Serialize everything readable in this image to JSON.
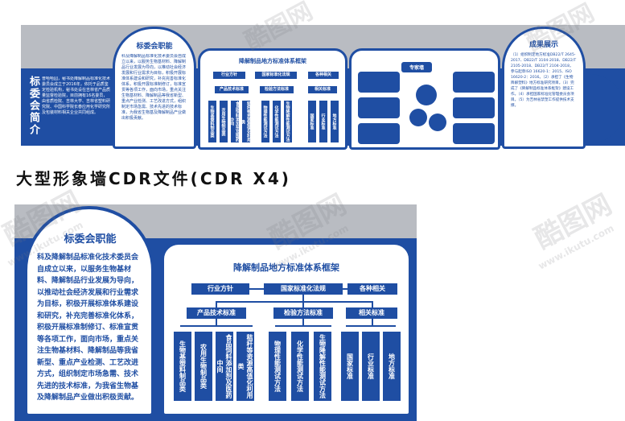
{
  "caption": "大型形象墙CDR文件(CDR X4)",
  "top": {
    "left_vertical": "标委会简介",
    "intro_header": "标委会职能",
    "intro_text": "普哈哈园，秘书处降解制品标准化技术委员会成立于2016年，依托于品质鉴定检验机构，秘书处设在吉林省产品质量监督检验院，目前拥有16名委员，由省质检院、吉林大学、吉林省塑料研究院、中国科学院长春应用化学研究所及包装材料相关企业共同组成。",
    "duty_text": "科及降解制品标准化技术委员会自成立以来，以服务生物基材料、降解制品行业发展为导向，以推动社会经济发展和行业需求为目标，积极开展标准体系建设和研究，补充完善标准化体系，积极开展标准制修订，标准宣贯等各项工作，面向市场，重点关注生物基材料、降解制品等我省新型、重点产业检测、工艺改进方式，组织制定市场急需、技术先进的技术标准，为我省生物基及降解制品产业做出积极贡献。",
    "framework_title": "降解制品地方标准体系框架",
    "experts_title": "专家墙",
    "achievements_title": "成果展示",
    "achievements_text": "（1）组织制定地方标准DB22/T 2645-2017、DB22/T 3104-2018、DB22/T 2105-2018、DB22/T 2104-2018，参与起草ISO 16620-1：2015、ISO 16620-2：2016。（2）承担了《生物降解塑料》地方标准研究项目。（3）完成了《降解制品标准体系框架》建设工作。（4）承担国家标准化管理委员会项目。（5）为吉林省禁塑工作提供技术支撑。"
  },
  "bottom": {
    "duty_header": "标委会职能",
    "duty_text": "科及降解制品标准化技术委员会自成立以来，以服务生物基材料、降解制品行业发展为导向，以推动社会经济发展和行业需求为目标，积极开展标准体系建设和研究，补充完善标准化体系，积极开展标准制修订、标准宣贯等各项工作，面向市场，重点关注生物基材料、降解制品等我省新型、重点产业检测、工艺改进方式，组织制定市场急需、技术先进的技术标准，为我省生物基及降解制品产业做出积极贡献。",
    "framework_title": "降解制品地方标准体系框架",
    "row1": [
      "行业方针",
      "国家标准化法规",
      "各种相关"
    ],
    "row2": [
      "产品技术标准",
      "检验方法标准",
      "相关标准"
    ],
    "leaves_a": [
      "生物基塑料制品类",
      "农用生物制品类",
      "食品饲料添加剂及医药中间",
      "秸秆等资源高值化利用类"
    ],
    "leaves_b": [
      "物理性能测试方法",
      "化学性能测试方法",
      "生物降解性能测试方法"
    ],
    "leaves_c": [
      "国家标准",
      "行业标准",
      "地方标准"
    ]
  },
  "watermark": {
    "logo": "酷图网",
    "url": "www.ikutu.com"
  }
}
